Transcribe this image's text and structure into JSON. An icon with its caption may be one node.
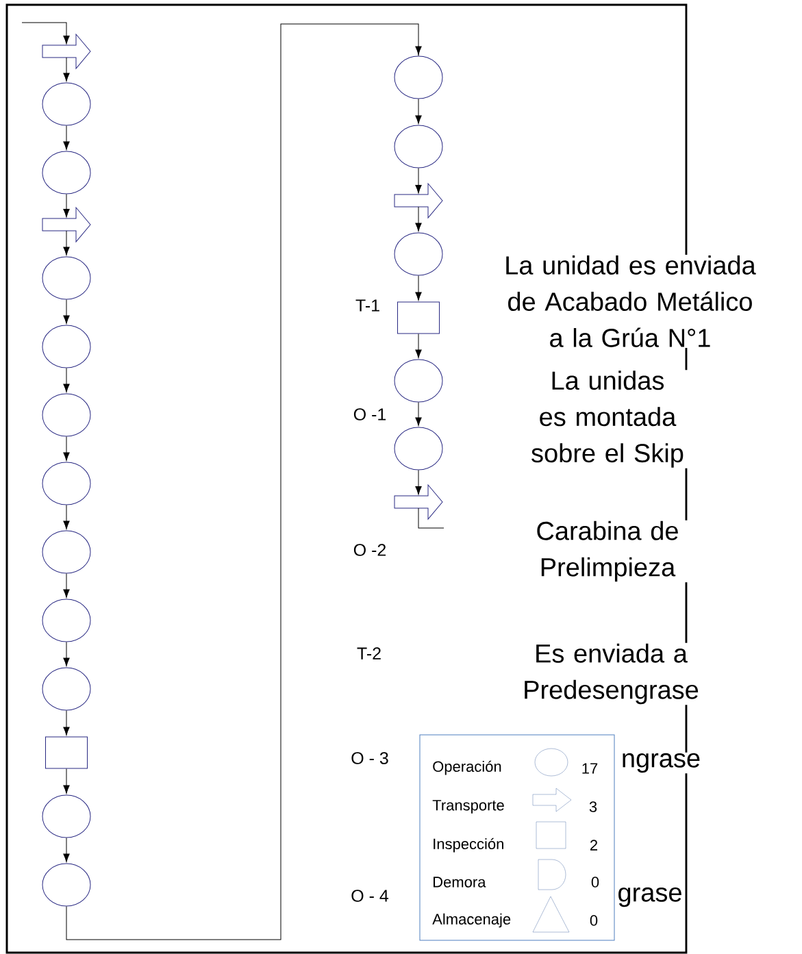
{
  "diagram": {
    "nodes": [
      {
        "text": [],
        "shape": "arrow"
      },
      {
        "text": [],
        "shape": "circle"
      },
      {
        "text": [],
        "shape": "circle"
      },
      {
        "text": [],
        "shape": "arrow"
      },
      {
        "text": [],
        "shape": "circle"
      },
      {
        "text": [],
        "shape": "circle"
      },
      {
        "text": [],
        "shape": "circle"
      },
      {
        "text": [],
        "shape": "circle"
      },
      {
        "text": [],
        "shape": "circle"
      },
      {
        "text": [],
        "shape": "circle"
      },
      {
        "text": [],
        "shape": "circle"
      },
      {
        "text": [],
        "shape": "box"
      },
      {
        "text": [],
        "shape": "circle"
      },
      {
        "text": [],
        "shape": "circle"
      },
      {
        "text": [],
        "shape": "circle"
      },
      {
        "text": [],
        "shape": "circle"
      },
      {
        "text": [],
        "shape": "arrow"
      },
      {
        "text": [],
        "shape": "circle"
      },
      {
        "text": [],
        "shape": "box"
      },
      {
        "text": [],
        "shape": "circle"
      },
      {
        "text": [],
        "shape": "circle"
      },
      {
        "text": [],
        "shape": "arrow"
      }
    ],
    "edges": [
      {
        "from": null,
        "to": 0,
        "arrow": "to"
      },
      {
        "from": 0,
        "to": 1,
        "arrow": "to"
      },
      {
        "from": 1,
        "to": 2,
        "arrow": "to"
      },
      {
        "from": 2,
        "to": 3,
        "arrow": "to"
      },
      {
        "from": 3,
        "to": 4,
        "arrow": "to"
      },
      {
        "from": 4,
        "to": 5,
        "arrow": "to"
      },
      {
        "from": 5,
        "to": 6,
        "arrow": "to"
      },
      {
        "from": 6,
        "to": 7,
        "arrow": "to"
      },
      {
        "from": 7,
        "to": 8,
        "arrow": "to"
      },
      {
        "from": 8,
        "to": 9,
        "arrow": "to"
      },
      {
        "from": 9,
        "to": 10,
        "arrow": "to"
      },
      {
        "from": 10,
        "to": 11,
        "arrow": "to"
      },
      {
        "from": 11,
        "to": 12,
        "arrow": "to"
      },
      {
        "from": 12,
        "to": 13,
        "arrow": "to"
      },
      {
        "from": 13,
        "to": 14,
        "arrow": "to"
      },
      {
        "from": 14,
        "to": 15,
        "arrow": "to"
      },
      {
        "from": 15,
        "to": 16,
        "arrow": "to"
      },
      {
        "from": 16,
        "to": 17,
        "arrow": "to"
      },
      {
        "from": 17,
        "to": 18,
        "arrow": "to"
      },
      {
        "from": 18,
        "to": 19,
        "arrow": "to"
      },
      {
        "from": 19,
        "to": 20,
        "arrow": "to"
      },
      {
        "from": 20,
        "to": 21,
        "arrow": "to"
      },
      {
        "from": 21,
        "to": null,
        "arrow": "none"
      }
    ],
    "labels": [
      "La unidad es enviada de Acabado Metálico  a la Grúa N°1",
      "T-1",
      "La unidas es montada sobre el Skip",
      "O -1",
      "Carabina de Prelimpieza",
      "O -2",
      "T-2",
      "Es enviada a Predesengrase",
      "O - 3",
      "ngrase",
      "O - 4",
      "grase",
      "17",
      "3",
      "2",
      "0",
      "0"
    ],
    "legend": [
      {
        "text": "Operación"
      },
      {
        "text": "Transporte"
      },
      {
        "text": "Inspección"
      },
      {
        "text": "Demora"
      },
      {
        "text": "Almacenaje"
      }
    ]
  }
}
